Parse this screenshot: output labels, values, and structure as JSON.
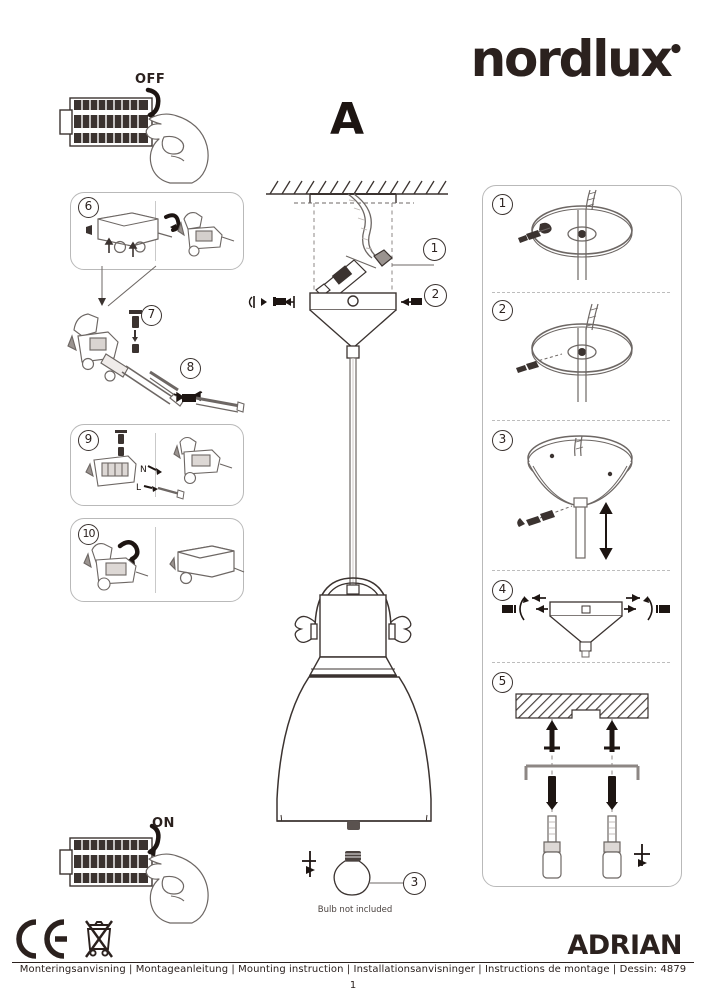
{
  "brand": {
    "name": "nordlux",
    "dot": "•"
  },
  "model_label": "A",
  "product_name": "ADRIAN",
  "footer": {
    "languages": "Monteringsanvisning | Montageanleitung | Mounting instruction | Installationsanvisninger | Instructions de montage | Dessin: 4879",
    "page_number": "1"
  },
  "power": {
    "off_label": "OFF",
    "on_label": "ON"
  },
  "center": {
    "bulb_note": "Bulb not included",
    "callouts": [
      "1",
      "2",
      "3"
    ]
  },
  "left_panel": {
    "steps": [
      {
        "num": "6",
        "label": "⑥"
      },
      {
        "num": "7",
        "label": "⑦"
      },
      {
        "num": "8",
        "label": "⑧"
      },
      {
        "num": "9",
        "label": "⑨"
      },
      {
        "num": "10",
        "label": "⑩"
      }
    ],
    "wire_labels": {
      "neutral": "N",
      "live": "L"
    }
  },
  "right_panel": {
    "steps": [
      {
        "num": "1"
      },
      {
        "num": "2"
      },
      {
        "num": "3"
      },
      {
        "num": "4"
      },
      {
        "num": "5"
      }
    ]
  },
  "compliance": {
    "ce_mark": "ce-mark",
    "weee_mark": "weee-crossed-bin"
  },
  "colors": {
    "ink": "#2b211e",
    "line": "#6d6764",
    "panel_border": "#b9b9b9",
    "hatch": "#5a524f"
  }
}
